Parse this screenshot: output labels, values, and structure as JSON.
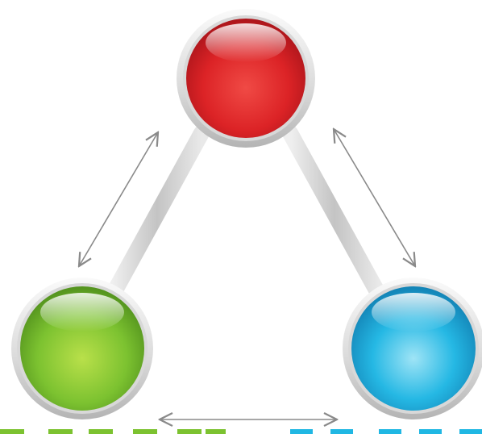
{
  "diagram": {
    "type": "triangle-cycle",
    "background_color": "#ffffff",
    "connector_color": "#c9c9c9",
    "arrow_color": "#8a8a8a",
    "nodes": [
      {
        "id": "top",
        "color": "#e0262a",
        "position": "top"
      },
      {
        "id": "left",
        "color": "#7cc230",
        "position": "bottom-left"
      },
      {
        "id": "right",
        "color": "#20b7e3",
        "position": "bottom-right"
      }
    ],
    "arrows": [
      {
        "between": [
          "top",
          "left"
        ],
        "style": "double-headed"
      },
      {
        "between": [
          "top",
          "right"
        ],
        "style": "double-headed"
      },
      {
        "between": [
          "left",
          "right"
        ],
        "style": "double-headed"
      }
    ],
    "bottom_bars": [
      {
        "side": "left",
        "color": "#7cc230",
        "style": "dashed"
      },
      {
        "side": "right",
        "color": "#20b7e3",
        "style": "dashed"
      }
    ]
  }
}
